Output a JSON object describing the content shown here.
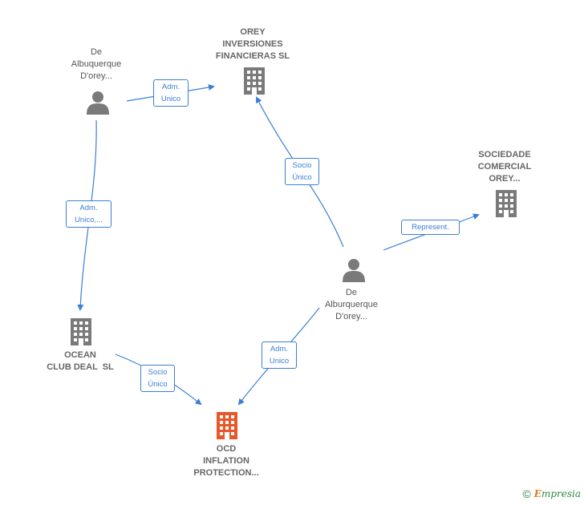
{
  "nodes": {
    "person_top": {
      "lines": [
        "De",
        "Albuquerque",
        "D'orey..."
      ],
      "icon": "person-icon"
    },
    "orey_inversiones": {
      "lines": [
        "OREY",
        "INVERSIONES",
        "FINANCIERAS SL"
      ],
      "icon": "building-icon"
    },
    "sociedade": {
      "lines": [
        "SOCIEDADE",
        "COMERCIAL",
        "OREY..."
      ],
      "icon": "building-icon"
    },
    "person_center": {
      "lines": [
        "De",
        "Alburquerque",
        "D'orey..."
      ],
      "icon": "person-icon"
    },
    "ocean_club": {
      "lines": [
        "OCEAN",
        "CLUB DEAL  SL"
      ],
      "icon": "building-icon"
    },
    "ocd": {
      "lines": [
        "OCD",
        "INFLATION",
        "PROTECTION..."
      ],
      "icon": "building-icon"
    }
  },
  "edges": {
    "e1": {
      "lines": [
        "Adm.",
        "Unico"
      ]
    },
    "e2": {
      "lines": [
        "Adm.",
        "Unico,..."
      ]
    },
    "e3": {
      "lines": [
        "Socio",
        "Único"
      ]
    },
    "e4": {
      "lines": [
        "Represent."
      ]
    },
    "e5": {
      "lines": [
        "Adm.",
        "Unico"
      ]
    },
    "e6": {
      "lines": [
        "Socio",
        "Único"
      ]
    }
  },
  "colors": {
    "edge": "#3b7fd4",
    "icon_gray": "#7a7a7a",
    "icon_highlight": "#e8562a"
  },
  "brand": {
    "copyright": "©",
    "initial": "E",
    "rest": "mpresia"
  }
}
